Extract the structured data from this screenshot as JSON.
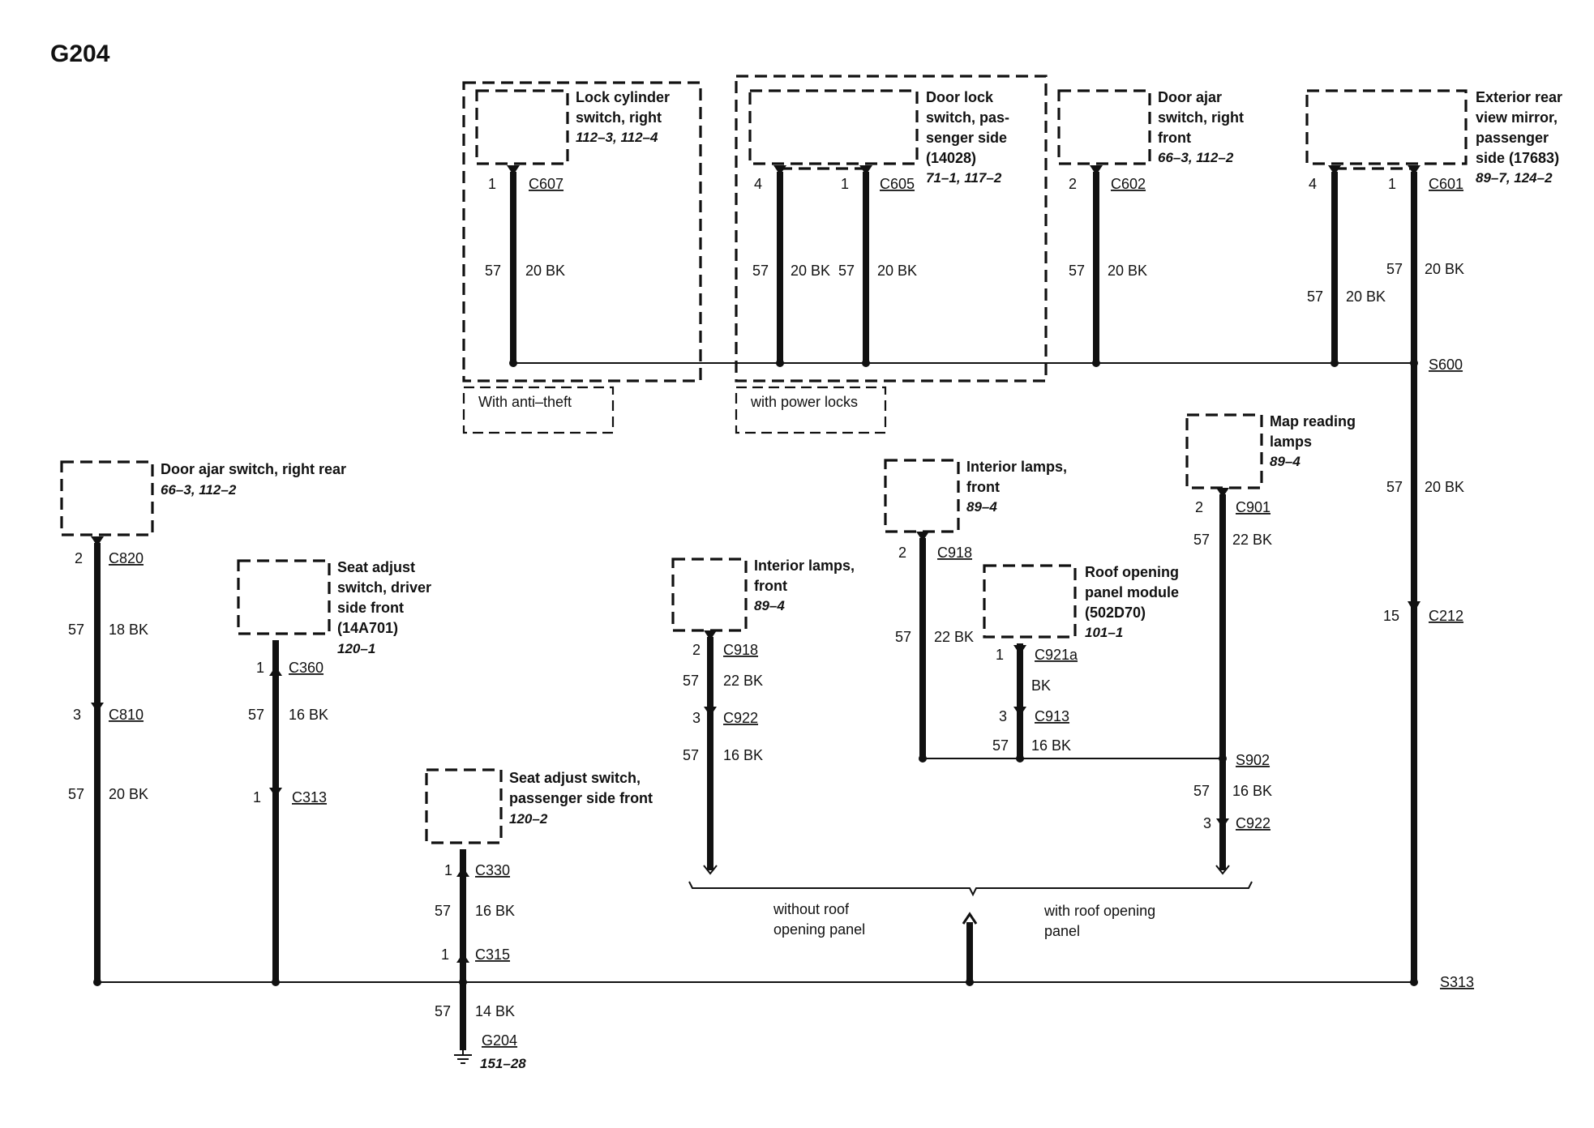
{
  "title": "G204",
  "components": {
    "lock_cylinder": {
      "lines": [
        "Lock cylinder",
        "switch, right"
      ],
      "ref": "112–3, 112–4"
    },
    "door_lock_switch": {
      "lines": [
        "Door lock",
        "switch, pas-",
        "senger side",
        "(14028)"
      ],
      "ref": "71–1, 117–2"
    },
    "door_ajar_rf": {
      "lines": [
        "Door ajar",
        "switch, right",
        "front"
      ],
      "ref": "66–3, 112–2"
    },
    "ext_mirror": {
      "lines": [
        "Exterior rear",
        "view mirror,",
        "passenger",
        "side (17683)"
      ],
      "ref": "89–7, 124–2"
    },
    "door_ajar_rr": {
      "lines": [
        "Door ajar switch, right rear"
      ],
      "ref": "66–3, 112–2"
    },
    "seat_driver": {
      "lines": [
        "Seat adjust",
        "switch, driver",
        "side front",
        "(14A701)"
      ],
      "ref": "120–1"
    },
    "seat_passenger": {
      "lines": [
        "Seat adjust switch,",
        "passenger side front"
      ],
      "ref": "120–2"
    },
    "interior_lamps_1": {
      "lines": [
        "Interior lamps,",
        "front"
      ],
      "ref": "89–4"
    },
    "interior_lamps_2": {
      "lines": [
        "Interior lamps,",
        "front"
      ],
      "ref": "89–4"
    },
    "roof_module": {
      "lines": [
        "Roof opening",
        "panel module",
        "(502D70)"
      ],
      "ref": "101–1"
    },
    "map_lamps": {
      "lines": [
        "Map reading",
        "lamps"
      ],
      "ref": "89–4"
    }
  },
  "options": {
    "anti_theft": "With anti–theft",
    "power_locks": "with power locks",
    "without_roof": [
      "without roof",
      "opening panel"
    ],
    "with_roof": [
      "with roof opening",
      "panel"
    ]
  },
  "connectors": {
    "C607": "C607",
    "C605": "C605",
    "C602": "C602",
    "C601": "C601",
    "S600": "S600",
    "C212": "C212",
    "S313": "S313",
    "C820": "C820",
    "C810": "C810",
    "C360": "C360",
    "C313": "C313",
    "C330": "C330",
    "C315": "C315",
    "G204": "G204",
    "C918a": "C918",
    "C922a": "C922",
    "C918b": "C918",
    "C921a": "C921a",
    "C913": "C913",
    "C901": "C901",
    "S902": "S902",
    "C922b": "C922"
  },
  "pins": {
    "C607": "1",
    "C605_a": "4",
    "C605_b": "1",
    "C602": "2",
    "C601_a": "4",
    "C601_b": "1",
    "C212": "15",
    "C820": "2",
    "C810": "3",
    "C360": "1",
    "C313": "1",
    "C330": "1",
    "C315": "1",
    "C918a": "2",
    "C922a": "3",
    "C918b": "2",
    "C921a": "1",
    "C913": "3",
    "C901": "2",
    "C922b": "3"
  },
  "circuits": {
    "w1": [
      "57",
      "20 BK"
    ],
    "w2": [
      "57",
      "20 BK"
    ],
    "w3": [
      "57",
      "20 BK"
    ],
    "w4": [
      "57",
      "20 BK"
    ],
    "w5": [
      "57",
      "20 BK"
    ],
    "w6": [
      "57",
      "20 BK"
    ],
    "w7": [
      "57",
      "20 BK"
    ],
    "w8": [
      "57",
      "18 BK"
    ],
    "w9": [
      "57",
      "20 BK"
    ],
    "w10": [
      "57",
      "16 BK"
    ],
    "w11": [
      "57",
      "16 BK"
    ],
    "w12": [
      "57",
      "14 BK"
    ],
    "w13": [
      "57",
      "22 BK"
    ],
    "w14": [
      "57",
      "16 BK"
    ],
    "w15": [
      "57",
      "22 BK"
    ],
    "w16": [
      "",
      "BK"
    ],
    "w17": [
      "57",
      "16 BK"
    ],
    "w18": [
      "57",
      "22 BK"
    ],
    "w19": [
      "57",
      "16 BK"
    ]
  },
  "ground_ref": "151–28"
}
